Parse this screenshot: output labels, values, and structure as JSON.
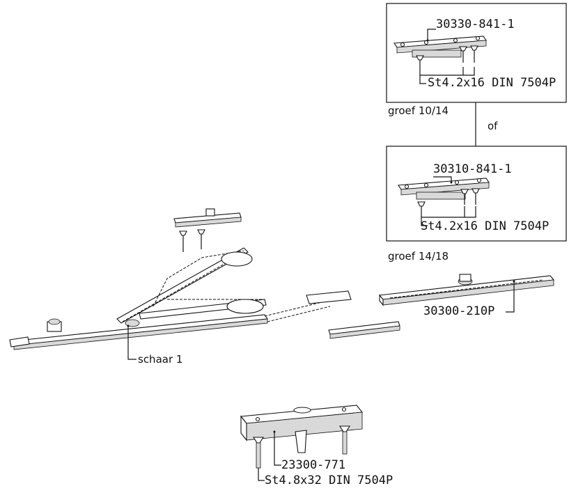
{
  "labels": {
    "part_top_box": "30330-841-1",
    "screw_top_box": "St4.2x16 DIN 7504P",
    "groove_a": "groef 10/14",
    "or": "of",
    "part_mid_box": "30310-841-1",
    "screw_mid_box": "St4.2x16 DIN 7504P",
    "groove_b": "groef 14/18",
    "rail_part": "30300-210P",
    "scissor": "schaar 1",
    "bottom_part": "23300-771",
    "bottom_screw": "St4.8x32 DIN 7504P"
  }
}
